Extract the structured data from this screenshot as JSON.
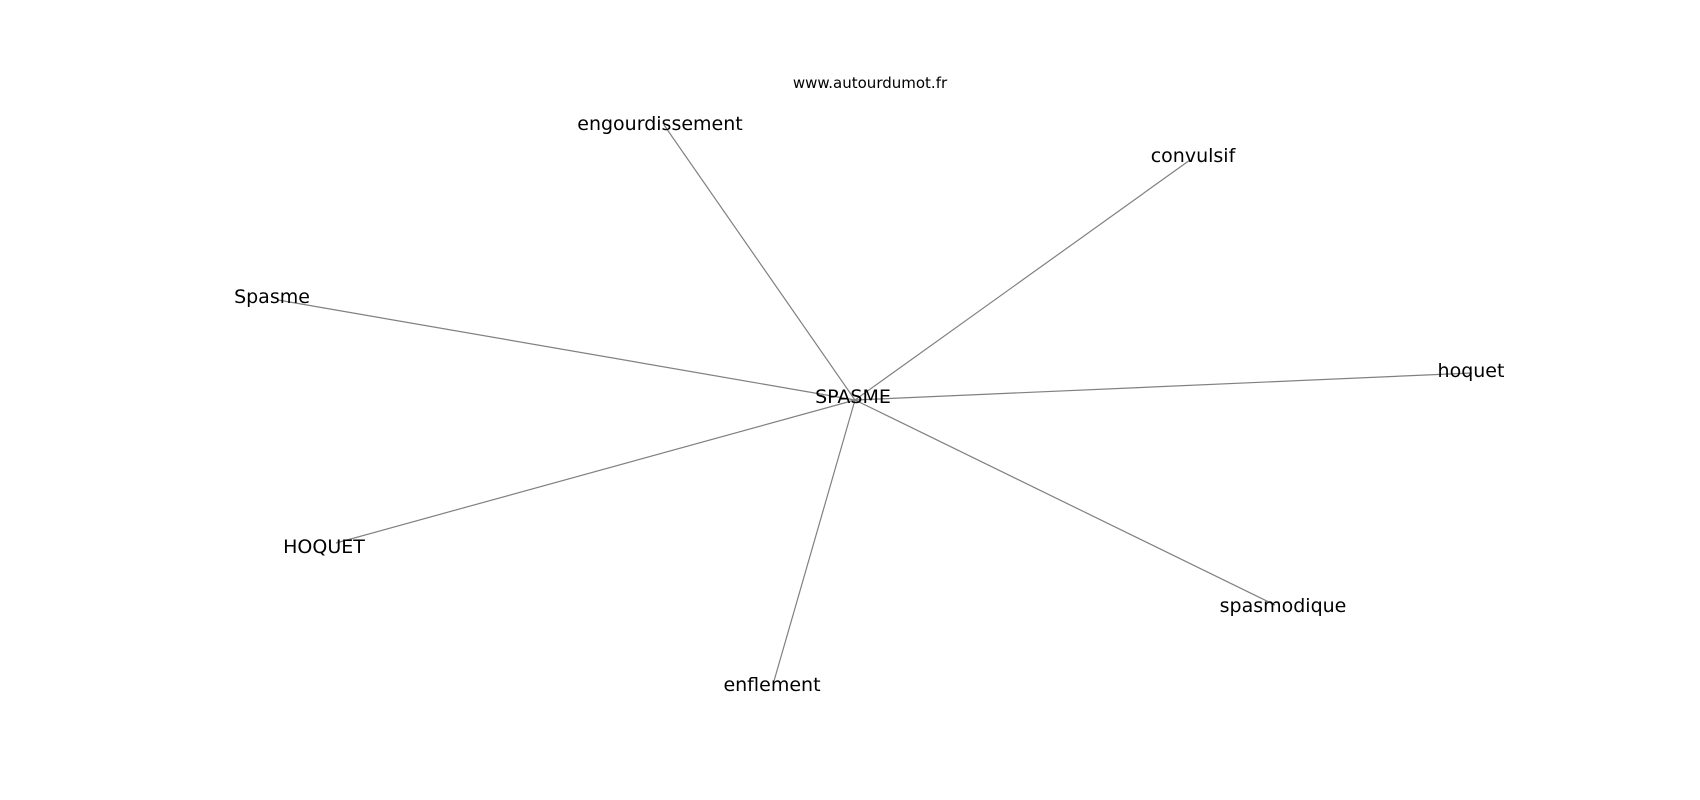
{
  "watermark": "www.autourdumot.fr",
  "graph": {
    "center": "SPASME",
    "nodes": [
      "engourdissement",
      "convulsif",
      "Spasme",
      "hoquet",
      "HOQUET",
      "spasmodique",
      "enflement"
    ]
  },
  "colors": {
    "edge": "#808080",
    "text": "#000000",
    "background": "#ffffff"
  }
}
